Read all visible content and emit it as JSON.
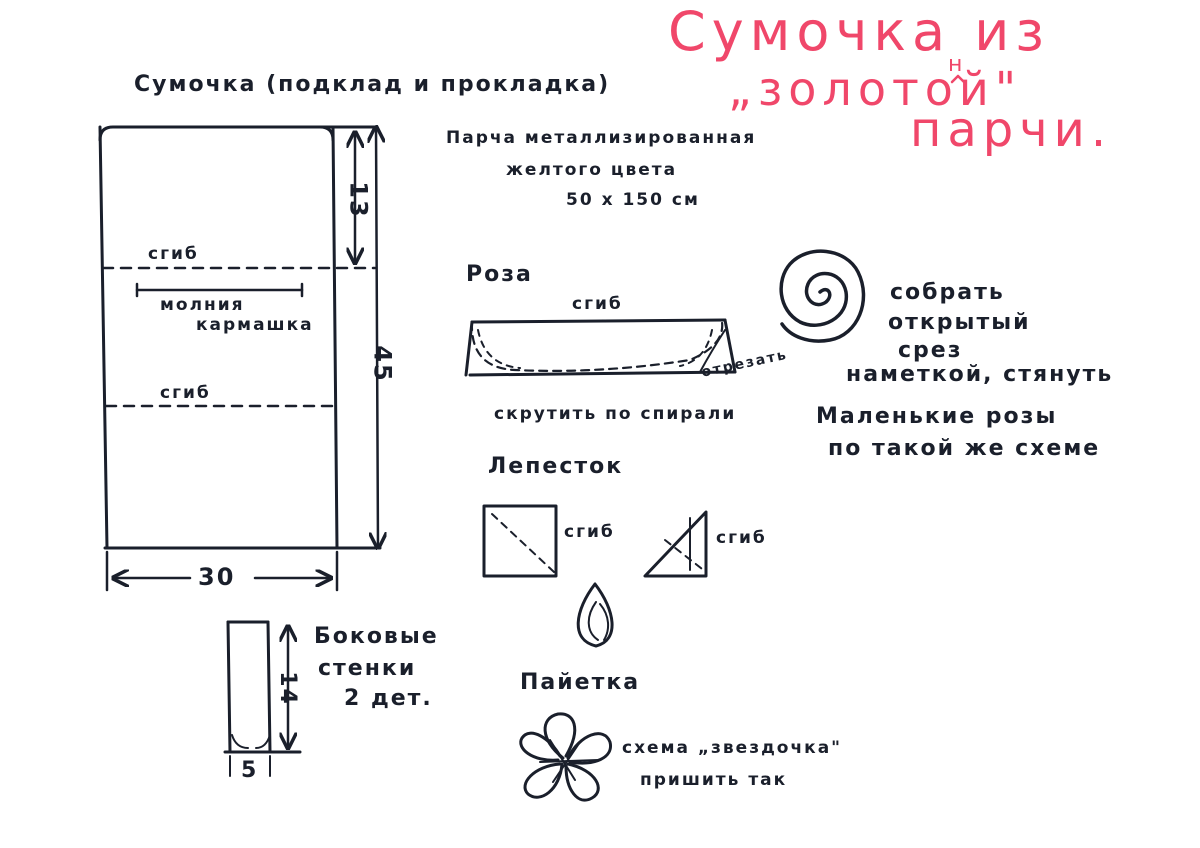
{
  "title": {
    "line1": "Сумочка из",
    "line2": "„золотой\"",
    "line2_insert": "н",
    "line3": "парчи.",
    "color": "#f0476a"
  },
  "ink_color": "#1a1f2b",
  "left_pattern": {
    "heading": "Сумочка (подклад и прокладка)",
    "fold_label": "сгиб",
    "zipper_label_1": "молния",
    "zipper_label_2": "кармашка",
    "dim_top": "13",
    "dim_height": "45",
    "dim_width": "30"
  },
  "side_walls": {
    "label_1": "Боковые",
    "label_2": "стенки",
    "label_3": "2 дет.",
    "dim_height": "14",
    "dim_width": "5"
  },
  "fabric": {
    "line1": "Парча металлизированная",
    "line2": "желтого цвета",
    "line3": "50 х 150 см"
  },
  "rose": {
    "heading": "Роза",
    "fold_label": "сгиб",
    "cut_label": "отрезать",
    "twist_label": "скрутить по спирали"
  },
  "gather": {
    "line1": "собрать",
    "line2": "открытый",
    "line3": "срез",
    "line4": "наметкой, стянуть",
    "line5": "Маленькие розы",
    "line6": "по такой же схеме"
  },
  "petal": {
    "heading": "Лепесток",
    "fold_label_1": "сгиб",
    "fold_label_2": "сгиб"
  },
  "sequin": {
    "heading": "Пайетка",
    "scheme_line1": "схема „звездочка\"",
    "scheme_line2": "пришить так"
  }
}
